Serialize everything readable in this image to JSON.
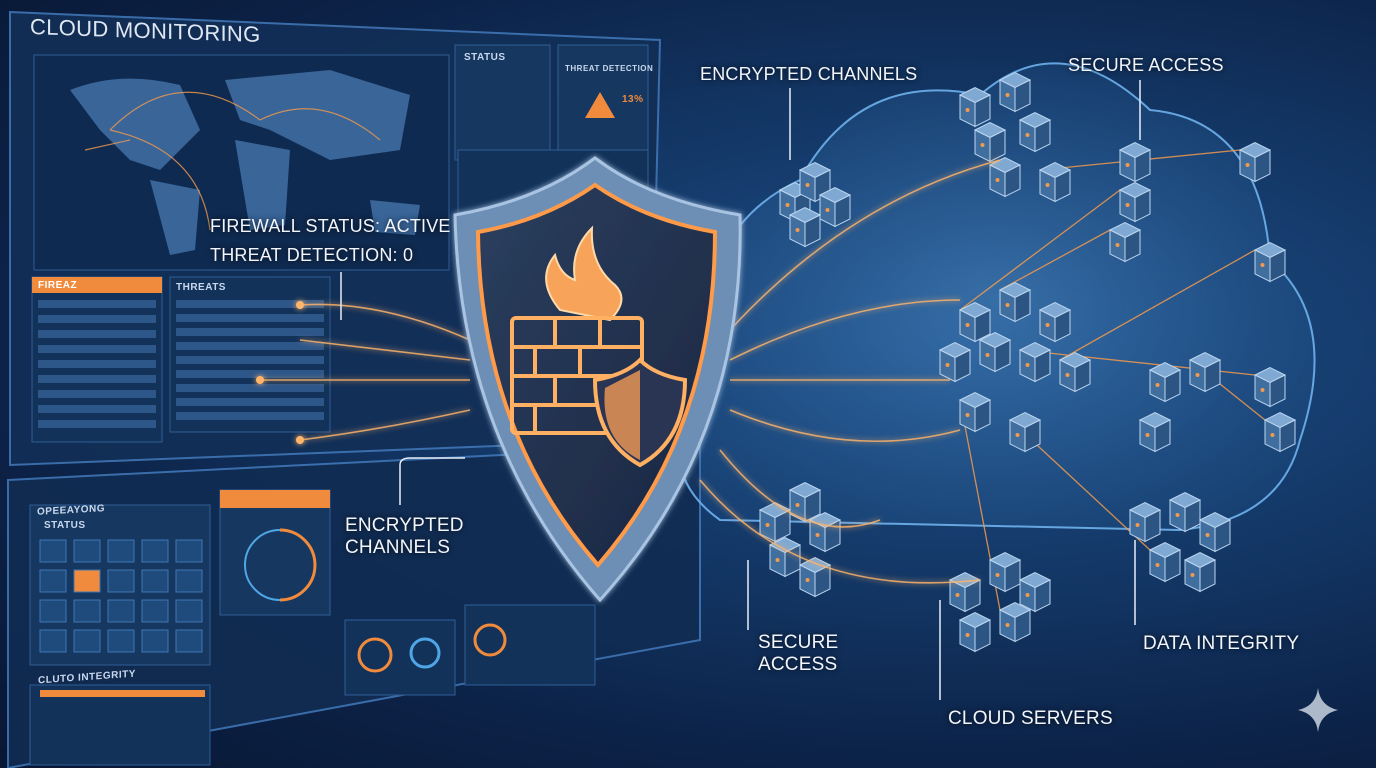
{
  "dashboard": {
    "title": "CLOUD MONITORING",
    "panels": {
      "status": "STATUS",
      "threat_detection": "THREAT DETECTION",
      "firewall": "FIREAZ",
      "threats": "THREATS",
      "operations": "OPEEAYONG",
      "operations_status": "STATUS",
      "cloud_integrity": "CLUTO INTEGRITY"
    },
    "threat_percent": "13%"
  },
  "annotations": {
    "firewall_status": "FIREWALL STATUS: ACTIVE",
    "threat_detection": "THREAT DETECTION: 0",
    "encrypted_channels_left": [
      "ENCRYPTED",
      "CHANNELS"
    ],
    "encrypted_channels_top": "ENCRYPTED CHANNELS",
    "secure_access_top": "SECURE ACCESS",
    "secure_access_bottom": [
      "SECURE",
      "ACCESS"
    ],
    "data_integrity": "DATA INTEGRITY",
    "cloud_servers": "CLOUD SERVERS"
  },
  "colors": {
    "accent": "#f08a3c",
    "glow": "#ffb56b",
    "panel": "#173a66",
    "cloud": "#5fa3e0"
  }
}
